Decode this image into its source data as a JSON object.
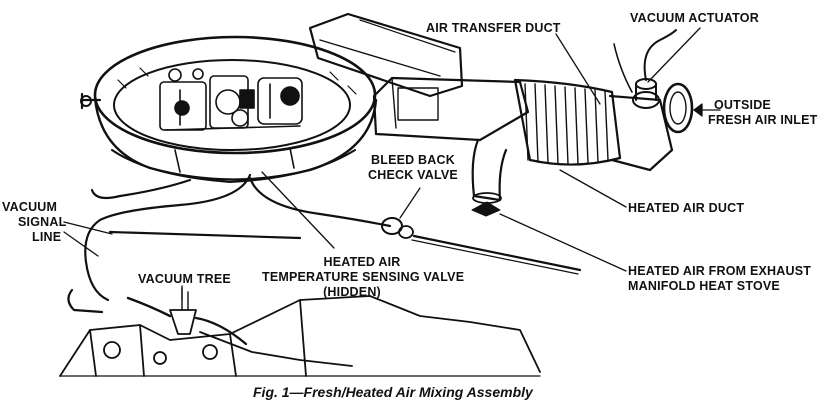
{
  "labels": {
    "air_transfer_duct": "AIR TRANSFER DUCT",
    "vacuum_actuator": "VACUUM ACTUATOR",
    "outside_fresh_air_inlet": [
      "OUTSIDE",
      "FRESH AIR INLET"
    ],
    "bleed_back_check_valve": [
      "BLEED BACK",
      "CHECK VALVE"
    ],
    "heated_air_duct": "HEATED AIR DUCT",
    "vacuum_signal_line": [
      "VACUUM",
      "SIGNAL",
      "LINE"
    ],
    "heated_air_temp_sensing_valve": [
      "HEATED AIR",
      "TEMPERATURE SENSING VALVE",
      "(HIDDEN)"
    ],
    "vacuum_tree": "VACUUM TREE",
    "heated_air_from_exhaust": [
      "HEATED AIR FROM EXHAUST",
      "MANIFOLD HEAT STOVE"
    ]
  },
  "caption": "Fig. 1—Fresh/Heated Air Mixing Assembly",
  "colors": {
    "ink": "#111111",
    "paper": "#ffffff"
  }
}
